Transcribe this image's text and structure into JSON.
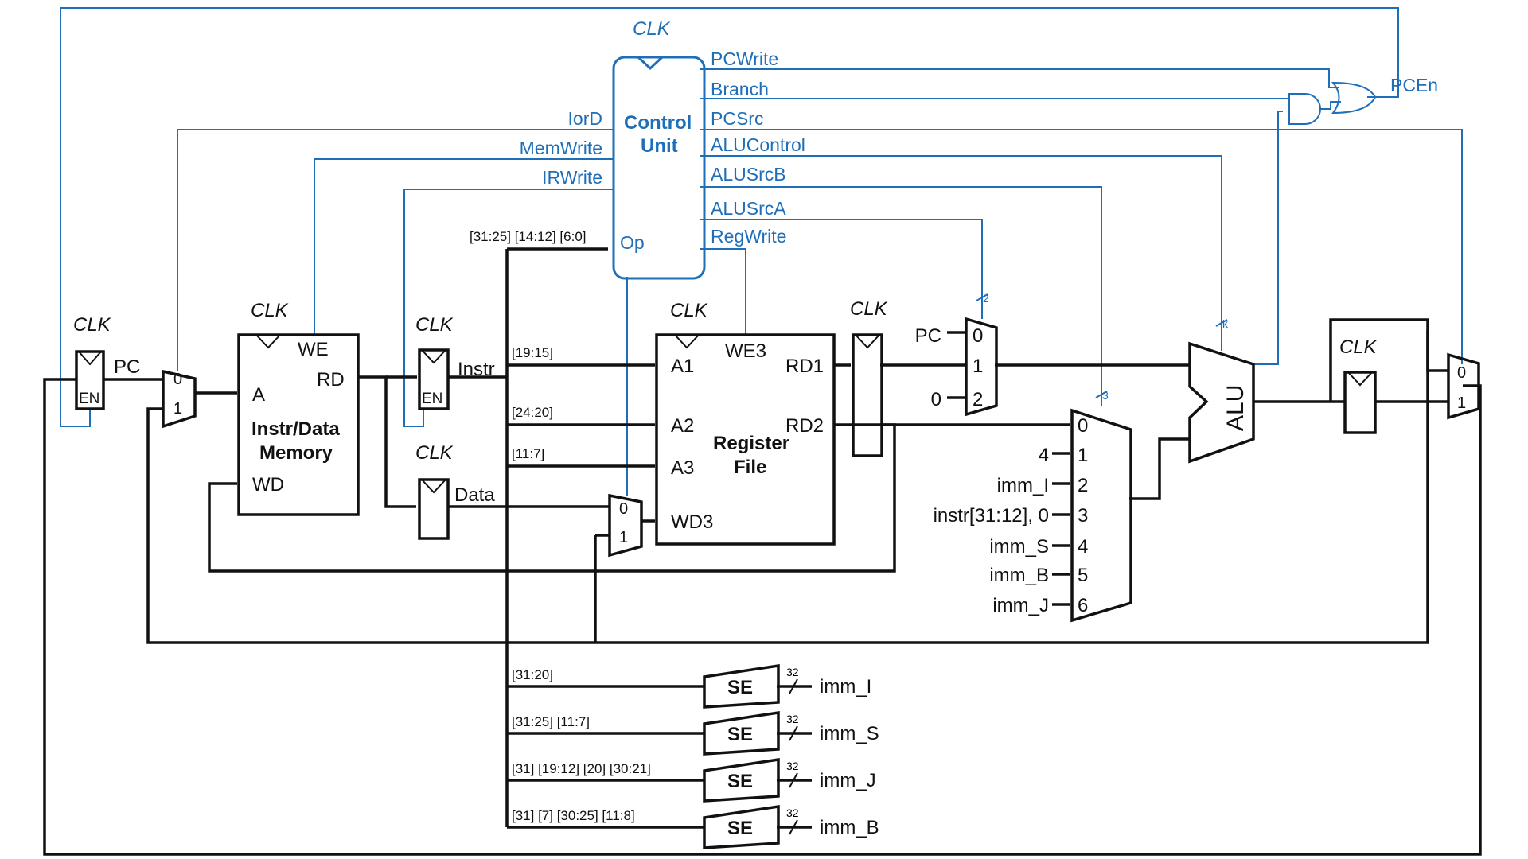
{
  "control_unit": {
    "title_line1": "Control",
    "title_line2": "Unit",
    "clk": "CLK",
    "op": "Op",
    "op_bits": "[31:25] [14:12] [6:0]",
    "outputs_right": [
      "PCWrite",
      "Branch",
      "PCSrc",
      "ALUControl",
      "ALUSrcB",
      "ALUSrcA",
      "RegWrite"
    ],
    "outputs_left": [
      "IorD",
      "MemWrite",
      "IRWrite"
    ],
    "pcen": "PCEn"
  },
  "pc_register": {
    "clk": "CLK",
    "en": "EN",
    "out": "PC"
  },
  "addr_mux": {
    "in0": "0",
    "in1": "1"
  },
  "memory": {
    "clk": "CLK",
    "title_line1": "Instr/Data",
    "title_line2": "Memory",
    "we": "WE",
    "a": "A",
    "rd": "RD",
    "wd": "WD"
  },
  "instr_register": {
    "clk": "CLK",
    "en": "EN",
    "out": "Instr"
  },
  "data_register": {
    "clk": "CLK",
    "out": "Data"
  },
  "instr_fields": {
    "a1": "[19:15]",
    "a2": "[24:20]",
    "a3": "[11:7]"
  },
  "wd3_mux": {
    "in0": "0",
    "in1": "1"
  },
  "register_file": {
    "clk": "CLK",
    "title_line1": "Register",
    "title_line2": "File",
    "a1": "A1",
    "a2": "A2",
    "a3": "A3",
    "wd3": "WD3",
    "we3": "WE3",
    "rd1": "RD1",
    "rd2": "RD2"
  },
  "ab_register": {
    "clk": "CLK"
  },
  "srca_mux": {
    "inputs": [
      {
        "label": "PC",
        "sel": "0"
      },
      {
        "label": "",
        "sel": "1"
      },
      {
        "label": "0",
        "sel": "2"
      }
    ],
    "width": "2"
  },
  "srcb_mux": {
    "inputs": [
      {
        "label": "",
        "sel": "0"
      },
      {
        "label": "4",
        "sel": "1"
      },
      {
        "label": "imm_I",
        "sel": "2"
      },
      {
        "label": "instr[31:12], 0",
        "sel": "3"
      },
      {
        "label": "imm_S",
        "sel": "4"
      },
      {
        "label": "imm_B",
        "sel": "5"
      },
      {
        "label": "imm_J",
        "sel": "6"
      }
    ],
    "width": "3"
  },
  "alu": {
    "label": "ALU",
    "width": "k"
  },
  "alu_out_register": {
    "clk": "CLK"
  },
  "result_mux": {
    "in0": "0",
    "in1": "1"
  },
  "sign_extenders": [
    {
      "bits": "[31:20]",
      "label": "SE",
      "width": "32",
      "out": "imm_I"
    },
    {
      "bits": "[31:25] [11:7]",
      "label": "SE",
      "width": "32",
      "out": "imm_S"
    },
    {
      "bits": "[31] [19:12] [20] [30:21]",
      "label": "SE",
      "width": "32",
      "out": "imm_J"
    },
    {
      "bits": "[31] [7] [30:25] [11:8]",
      "label": "SE",
      "width": "32",
      "out": "imm_B"
    }
  ],
  "colors": {
    "control": "#1f6fb8",
    "datapath": "#111111"
  }
}
